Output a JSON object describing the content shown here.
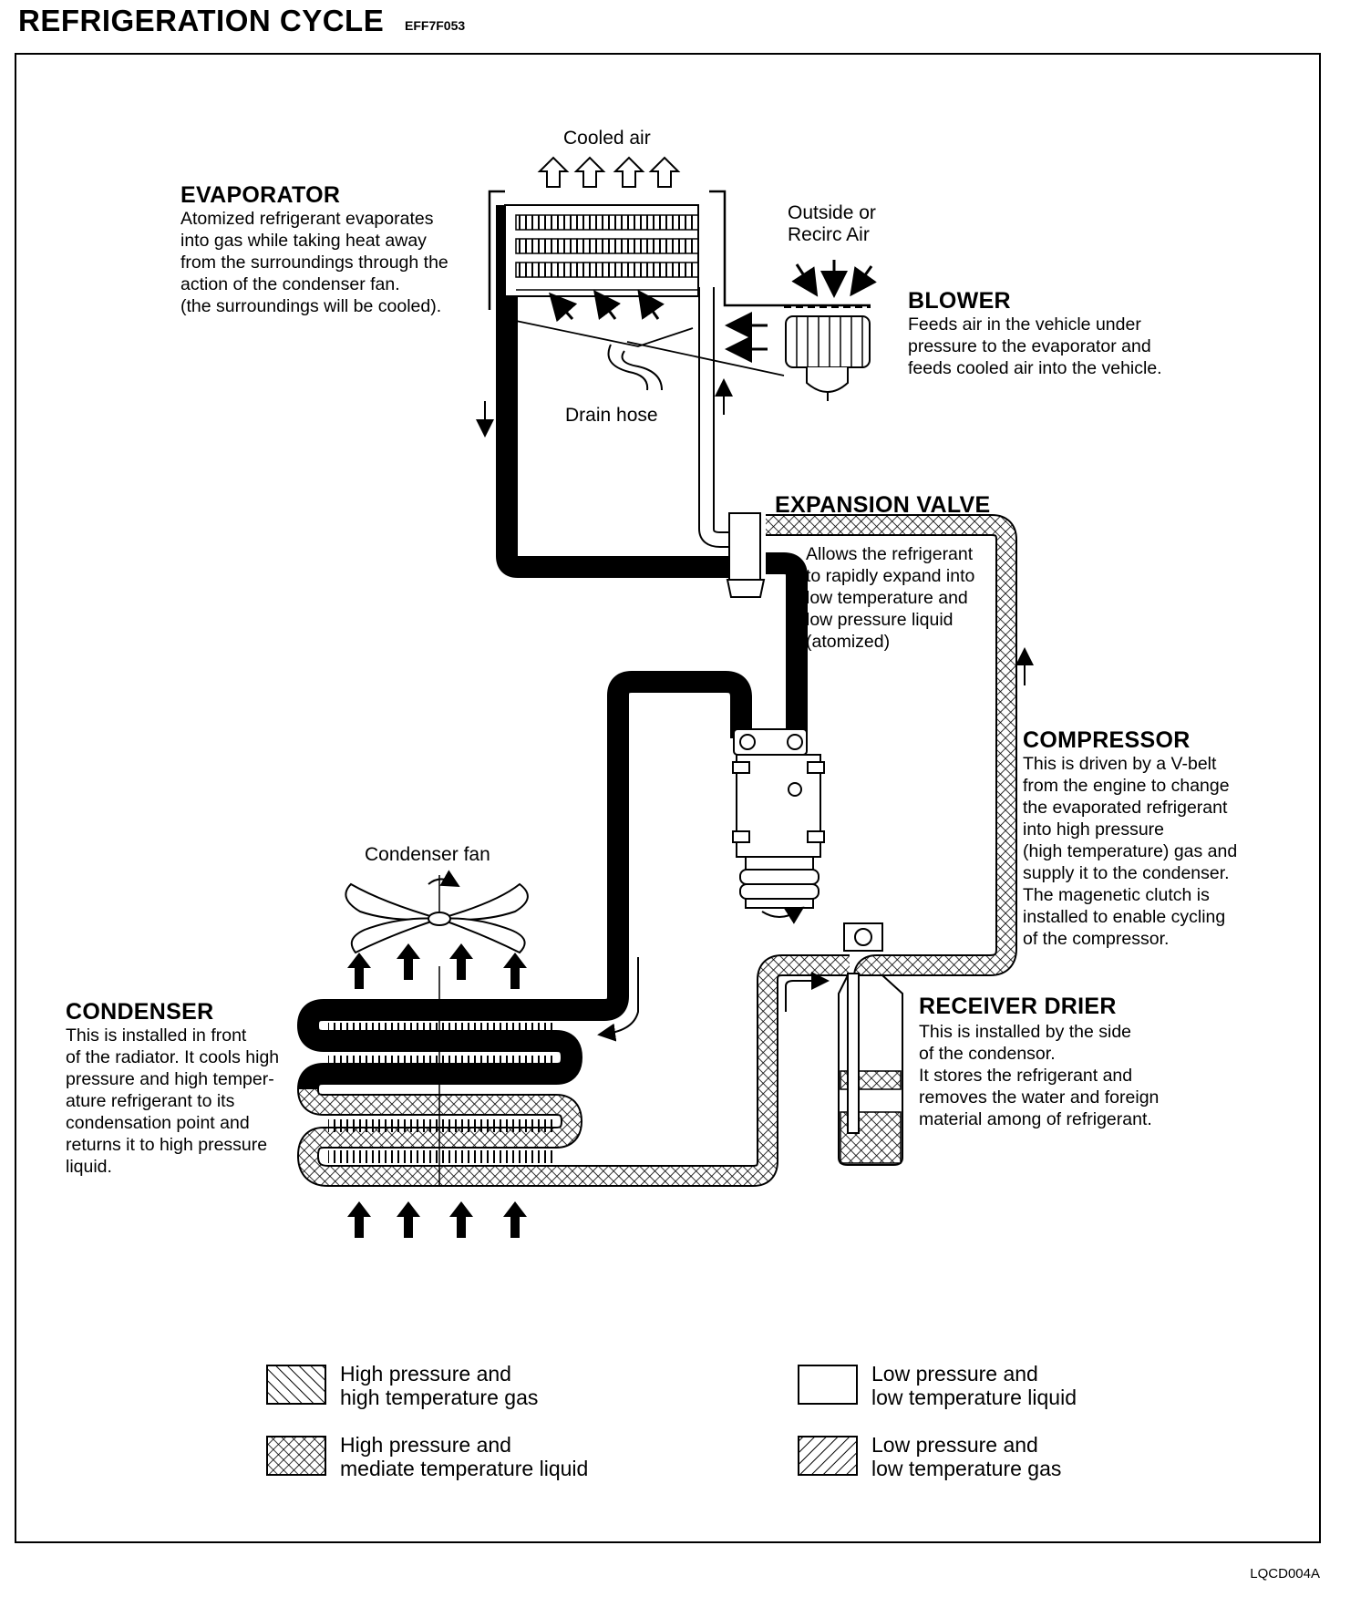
{
  "header": {
    "title": "REFRIGERATION CYCLE",
    "code": "EFF7F053"
  },
  "footer": {
    "code": "LQCD004A"
  },
  "labels": {
    "cooled_air": "Cooled air",
    "outside_air": "Outside or\nRecirc Air",
    "drain_hose": "Drain hose",
    "condenser_fan": "Condenser fan"
  },
  "components": {
    "evaporator": {
      "title": "EVAPORATOR",
      "text": "Atomized refrigerant evaporates\ninto gas while taking heat away\nfrom the surroundings through the\naction of the condenser fan.\n(the surroundings will be cooled)."
    },
    "blower": {
      "title": "BLOWER",
      "text": "Feeds air in the vehicle under\npressure to the evaporator and\nfeeds cooled air into the vehicle."
    },
    "expansion_valve": {
      "title": "EXPANSION VALVE",
      "text": "Allows the refrigerant\nto rapidly expand into\nlow temperature and\nlow pressure liquid\n(atomized)"
    },
    "compressor": {
      "title": "COMPRESSOR",
      "text": "This is driven by a V-belt\nfrom the engine to change\nthe evaporated refrigerant\ninto high pressure\n(high temperature) gas and\nsupply it to the condenser.\nThe magenetic clutch is\ninstalled to enable cycling\nof the compressor."
    },
    "condenser": {
      "title": "CONDENSER",
      "text": "This is installed in front\nof the radiator. It cools high\npressure and high temper-\nature refrigerant to its\ncondensation point and\nreturns it to high pressure\nliquid."
    },
    "receiver_drier": {
      "title": "RECEIVER DRIER",
      "text": "This is installed by the side\nof the condensor.\nIt stores the refrigerant and\nremoves the water and foreign\nmaterial among of refrigerant."
    }
  },
  "legend": [
    {
      "pattern": "hatch-back",
      "text": "High pressure and\nhigh temperature gas"
    },
    {
      "pattern": "white",
      "text": "Low pressure and\nlow temperature liquid"
    },
    {
      "pattern": "crosshatch",
      "text": "High pressure and\nmediate temperature liquid"
    },
    {
      "pattern": "hatch-fwd",
      "text": "Low pressure and\nlow temperature gas"
    }
  ]
}
